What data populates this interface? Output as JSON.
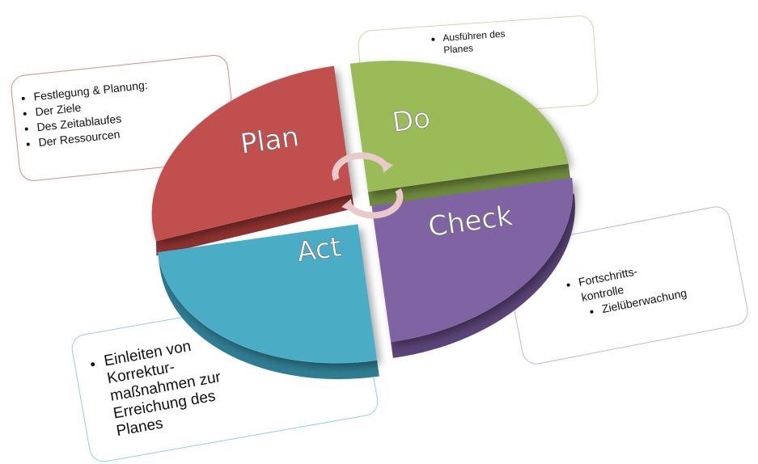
{
  "quadrants": {
    "plan": {
      "label": "Plan",
      "color": "#c0504d"
    },
    "do": {
      "label": "Do",
      "color": "#9bbb59"
    },
    "check": {
      "label": "Check",
      "color": "#8064a2"
    },
    "act": {
      "label": "Act",
      "color": "#4bacc6"
    }
  },
  "notes": {
    "plan": {
      "items": [
        "Festlegung & Planung:",
        "Der Ziele",
        "Des Zeitablaufes",
        "Der Ressourcen"
      ]
    },
    "do": {
      "items": [
        "Ausführen des Planes"
      ]
    },
    "check": {
      "items": [
        "Fortschritts-kontrolle",
        "Zielüberwachung"
      ]
    },
    "act": {
      "items": [
        "Einleiten von Korrektur-maßnahmen zur Erreichung des Planes"
      ]
    }
  }
}
